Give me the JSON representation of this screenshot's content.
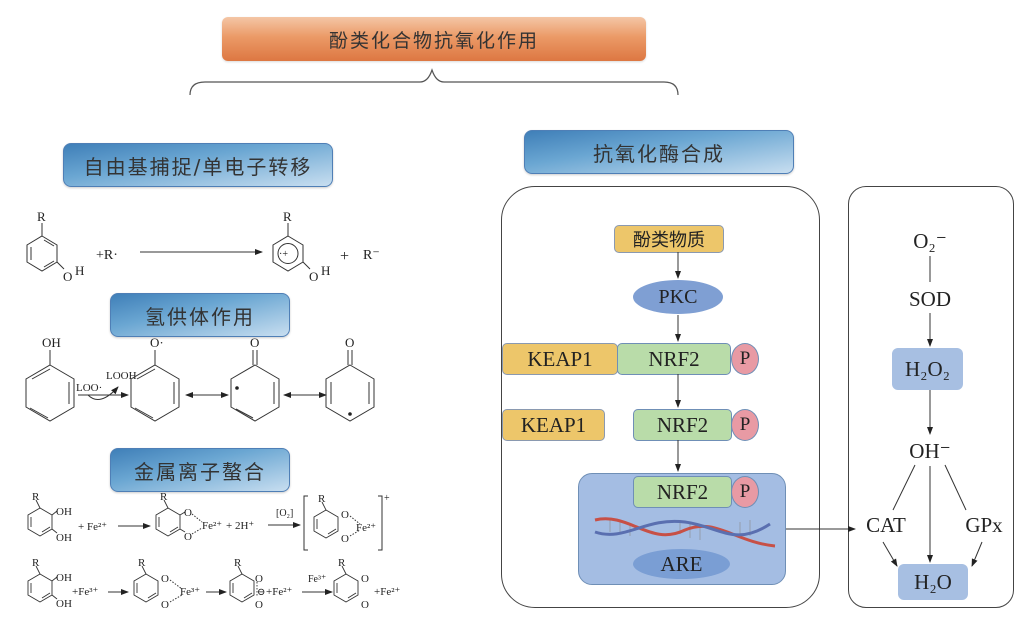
{
  "title": "酚类化合物抗氧化作用",
  "left": {
    "section1": {
      "title": "自由基捕捉/单电子转移",
      "reaction": {
        "reactant_substituent": "R",
        "reactant_group": "O",
        "reactant_h": "H",
        "plus_reagent": "+R·",
        "product_substituent": "R",
        "product_o": "O",
        "product_h": "H",
        "plus_product": "+",
        "byproduct": "R⁻",
        "radical_cation_mark": "·+"
      }
    },
    "section2": {
      "title": "氢供体作用",
      "labels": {
        "phenol": "OH",
        "reagent": "LOO·",
        "byproduct": "LOOH",
        "phenoxy": "O·",
        "keto1": "O",
        "keto2": "O"
      }
    },
    "section3": {
      "title": "金属离子螯合",
      "row1": {
        "r": "R",
        "oh1": "OH",
        "oh2": "OH",
        "plus_fe": "+ Fe²⁺",
        "complex_o1": "O",
        "complex_o2": "O",
        "complex_fe": "Fe²⁺",
        "plus_h": "+ 2H⁺",
        "condition": "[O₂]",
        "bracket_fe": "Fe²⁺",
        "bracket_charge": "+"
      },
      "row2": {
        "r": "R",
        "oh1": "OH",
        "oh2": "OH",
        "plus_fe3": "+Fe³⁺",
        "complex_fe": "Fe³⁺",
        "quinone_charge": "⊖",
        "plus_fe2": "+Fe²⁺",
        "condition": "Fe³⁺",
        "plus_fe2_end": "+Fe²⁺",
        "o": "O"
      }
    }
  },
  "right": {
    "section_title": "抗氧化酶合成",
    "pathway": {
      "phenolics": "酚类物质",
      "pkc": "PKC",
      "keap1_a": "KEAP1",
      "nrf2_a": "NRF2",
      "p_a": "P",
      "keap1_b": "KEAP1",
      "nrf2_b": "NRF2",
      "p_b": "P",
      "nrf2_c": "NRF2",
      "p_c": "P",
      "are": "ARE"
    },
    "enzymes": {
      "superoxide": "O₂⁻",
      "sod": "SOD",
      "h2o2": "H₂O₂",
      "oh": "OH⁻",
      "cat": "CAT",
      "gpx": "GPx",
      "h2o": "H₂O"
    }
  },
  "colors": {
    "title_orange": "#e08a55",
    "section_blue": "#5b95c8",
    "keap1_yellow": "#edc66a",
    "nrf2_green": "#b9dca9",
    "p_pink": "#e89aa4",
    "pkc_blue": "#7f9fd3",
    "nucleus_blue": "#a4bde3"
  }
}
